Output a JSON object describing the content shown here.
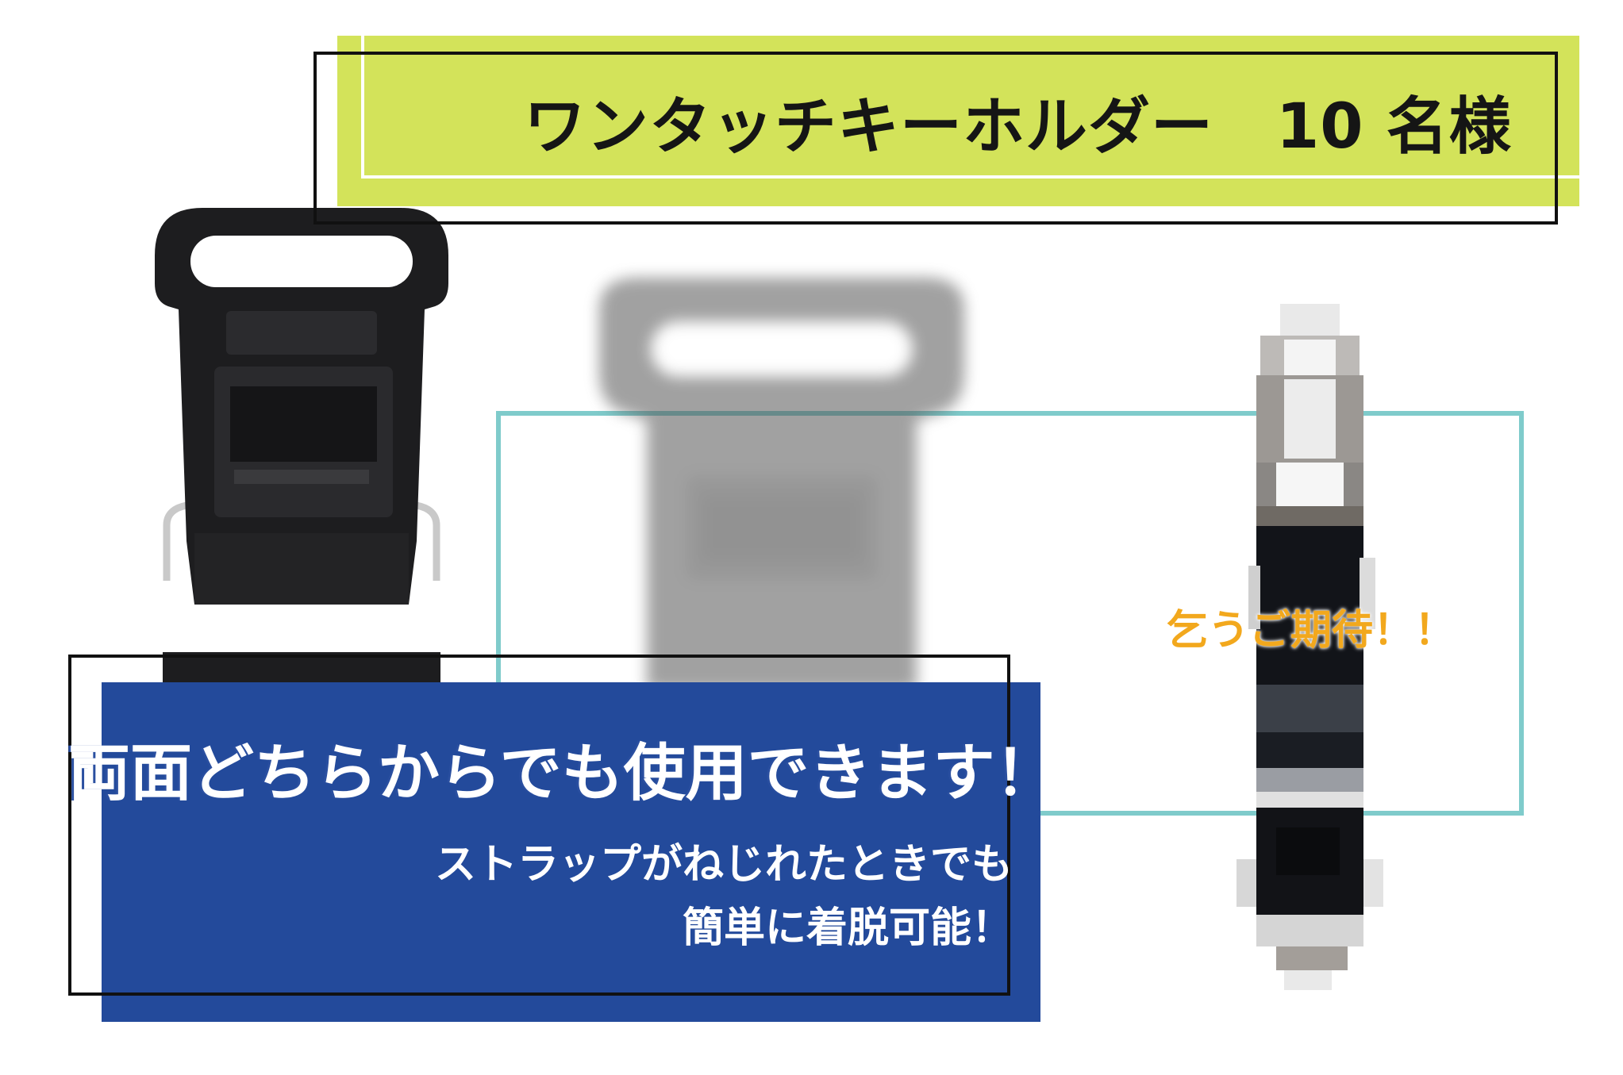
{
  "banner": {
    "title": "ワンタッチキーホルダー　10 名様",
    "fill_color": "#d3e35a"
  },
  "feature": {
    "headline": "両面どちらからでも使用できます！",
    "line1": "ストラップがねじれたときでも",
    "line2": "簡単に着脱可能！",
    "box_color": "#234a9b"
  },
  "teaser": {
    "text": "乞うご期待！！",
    "color": "#f2a81d",
    "frame_color": "#7fcbcb"
  },
  "images": {
    "main": "keyholder-product-image",
    "blurred": "keyholder-blurred-image",
    "pixelated": "mystery-product-pixelated"
  }
}
